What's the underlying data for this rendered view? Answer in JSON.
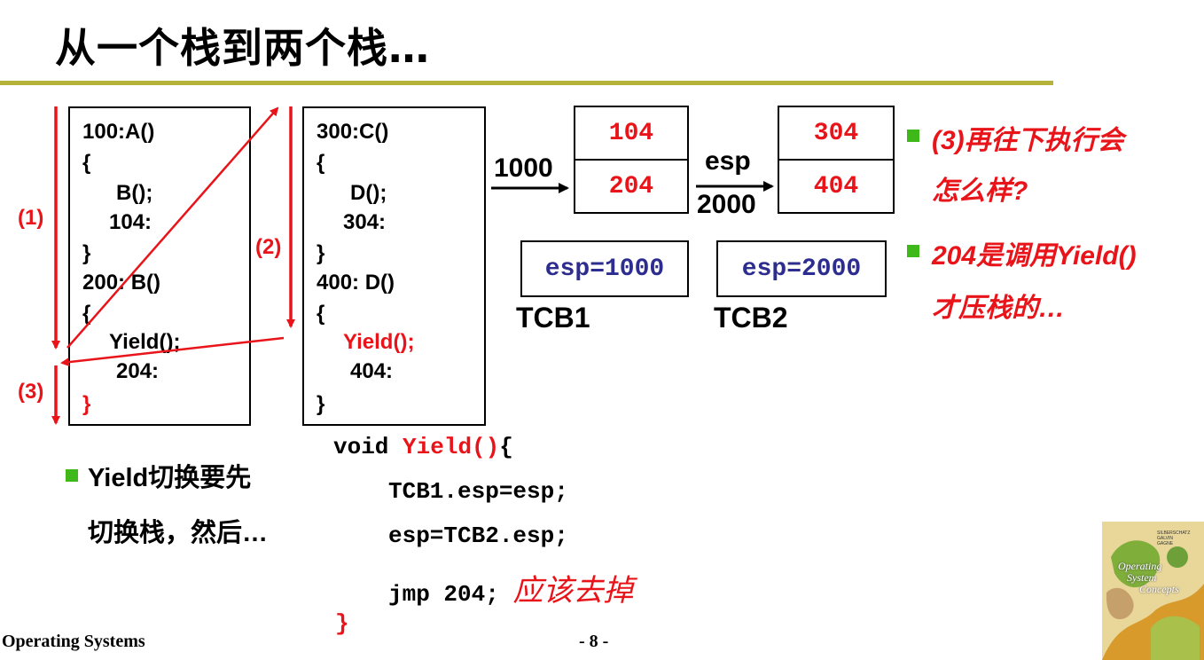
{
  "title": "从一个栈到两个栈…",
  "stack1_code": {
    "lines": [
      "100:A()",
      "{",
      "B();",
      "104:",
      "}",
      "200: B()",
      "{",
      "Yield();",
      "204:",
      "}"
    ]
  },
  "stack2_code": {
    "lines": [
      "300:C()",
      "{",
      "D();",
      "304:",
      "}",
      "400: D()",
      "{",
      "Yield();",
      "404:",
      "}"
    ]
  },
  "step_labels": [
    "(1)",
    "(2)",
    "(3)"
  ],
  "stack_mem_1": {
    "address": "1000",
    "cells": [
      "104",
      "204"
    ]
  },
  "stack_mem_2": {
    "esp_label": "esp",
    "address": "2000",
    "cells": [
      "304",
      "404"
    ]
  },
  "tcb1": {
    "value": "esp=1000",
    "label": "TCB1"
  },
  "tcb2": {
    "value": "esp=2000",
    "label": "TCB2"
  },
  "right_notes": [
    {
      "lines": [
        "(3)再往下执行会",
        "怎么样?"
      ]
    },
    {
      "lines": [
        "204是调用Yield()",
        "才压栈的…"
      ]
    }
  ],
  "left_note": {
    "lines": [
      "Yield切换要先",
      "切换栈，然后…"
    ]
  },
  "yield_code": {
    "l1_void": "void",
    "l1_name": "Yield()",
    "l1_brace": "{",
    "l2": "TCB1.esp=esp;",
    "l3": "esp=TCB2.esp;",
    "l4": "jmp 204;",
    "l4_comment": "应该去掉",
    "l5": "}"
  },
  "footer": {
    "left": "Operating Systems",
    "page": "- 8 -"
  },
  "book_cover": {
    "authors": [
      "SILBERSCHATZ",
      "GALVIN",
      "GAGNE"
    ],
    "lines": [
      "Operating",
      "System",
      "Concepts"
    ]
  },
  "colors": {
    "accent_red": "#e8141a",
    "rule": "#b6b33a",
    "bullet": "#3fb81a",
    "tcb_text": "#2d2d8f"
  }
}
